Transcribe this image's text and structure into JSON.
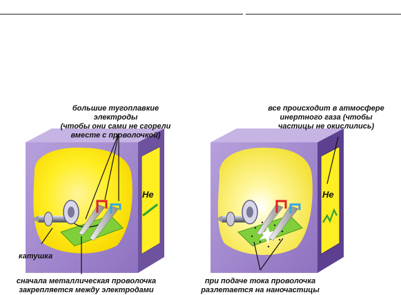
{
  "diagram": {
    "left_panel": {
      "top_caption": "большие тугоплавкие электроды\n(чтобы они сами не сгорели\nвместе с проволочкой)",
      "coil_label": "катушка",
      "bottom_caption": "сначала металлическая проволочка\nзакрепляется между электродами",
      "gas_symbol": "He"
    },
    "right_panel": {
      "top_caption": "все происходит в атмосфере\nинертного газа (чтобы\nчастицы не окислились)",
      "bottom_caption": "при подаче тока проволочка\nразлетается на наночастицы",
      "gas_symbol": "He"
    },
    "colors": {
      "chamber_purple": "#9f85c9",
      "chamber_side": "#6a4f9a",
      "yellow_glow": "#ffef2a",
      "green_plate": "#7fcf3a",
      "electrode_gray": "#b8b8b8",
      "red_clip": "#e0201f",
      "blue_clip": "#2fa8e8"
    }
  }
}
